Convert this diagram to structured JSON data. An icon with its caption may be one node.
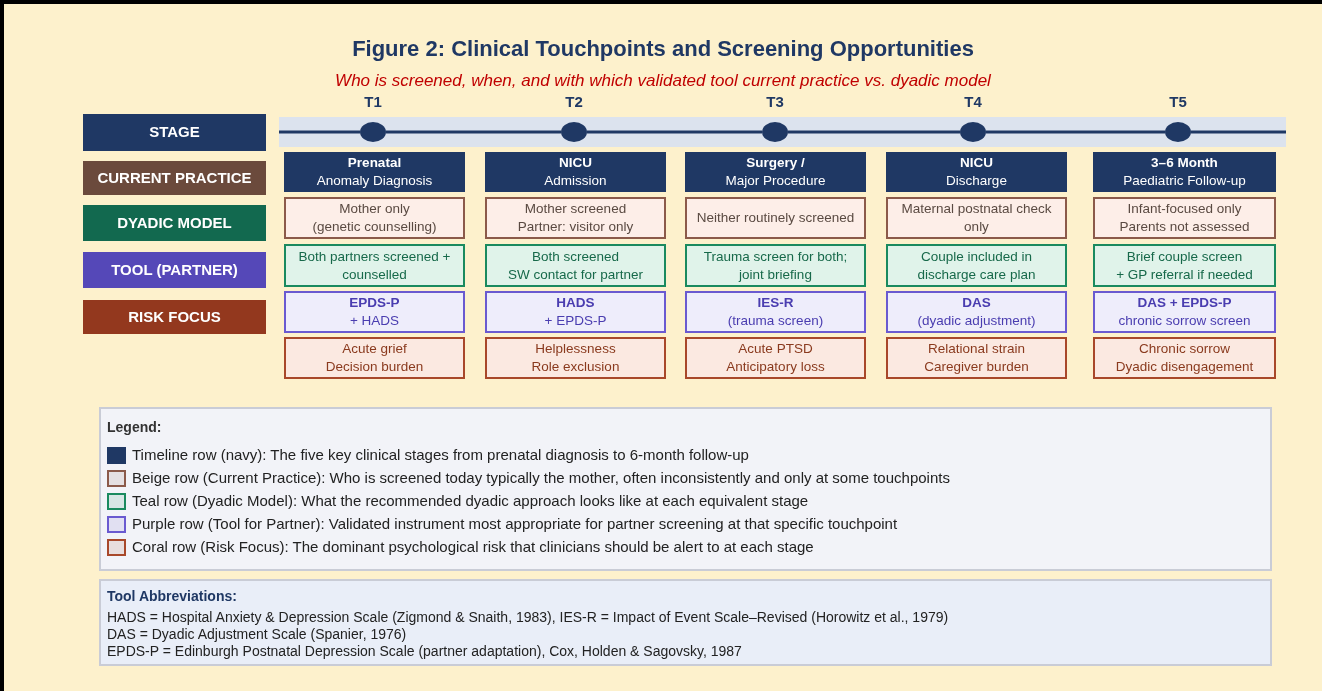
{
  "diagram": {
    "title": "Figure 2: Clinical Touchpoints and Screening Opportunities",
    "nodes": [
      {
        "text": [
          "STAGE"
        ]
      },
      {
        "text": [
          "T1"
        ]
      },
      {
        "text": [
          "T2"
        ]
      },
      {
        "text": [
          "T3"
        ]
      },
      {
        "text": [
          "T4"
        ]
      },
      {
        "text": [
          "T5"
        ]
      },
      {
        "text": [
          "CURRENT PRACTICE"
        ]
      },
      {
        "text": [
          "Prenatal",
          "Anomaly Diagnosis"
        ]
      },
      {
        "text": [
          "NICU",
          "Admission"
        ]
      },
      {
        "text": [
          "Surgery /",
          "Major Procedure"
        ]
      },
      {
        "text": [
          "NICU",
          "Discharge"
        ]
      },
      {
        "text": [
          "3–6 Month",
          "Paediatric Follow-up"
        ]
      },
      {
        "text": [
          "DYADIC MODEL"
        ]
      },
      {
        "text": [
          "Mother only",
          "(genetic counselling)"
        ]
      },
      {
        "text": [
          "Mother screened",
          "Partner: visitor only"
        ]
      },
      {
        "text": [
          "Neither routinely screened"
        ]
      },
      {
        "text": [
          "Maternal postnatal check only"
        ]
      },
      {
        "text": [
          "Infant-focused only",
          "Parents not assessed"
        ]
      },
      {
        "text": [
          "TOOL (PARTNER)"
        ]
      },
      {
        "text": [
          "Both partners screened + counselled"
        ]
      },
      {
        "text": [
          "Both screened",
          "SW contact for partner"
        ]
      },
      {
        "text": [
          "Trauma screen for both; joint briefing"
        ]
      },
      {
        "text": [
          "Couple included in discharge care plan"
        ]
      },
      {
        "text": [
          "Brief couple screen",
          "+ GP referral if needed"
        ]
      },
      {
        "text": [
          "RISK FOCUS"
        ]
      },
      {
        "text": [
          "EPDS-P",
          "+ HADS"
        ]
      },
      {
        "text": [
          "HADS",
          "+ EPDS-P"
        ]
      },
      {
        "text": [
          "IES-R",
          "(trauma screen)"
        ]
      },
      {
        "text": [
          "DAS",
          "(dyadic adjustment)"
        ]
      },
      {
        "text": [
          "DAS + EPDS-P",
          "chronic sorrow screen"
        ]
      },
      {
        "text": [
          "Acute grief",
          "Decision burden"
        ]
      },
      {
        "text": [
          "Helplessness",
          "Role exclusion"
        ]
      },
      {
        "text": [
          "Acute PTSD",
          "Anticipatory loss"
        ]
      },
      {
        "text": [
          "Relational strain",
          "Caregiver burden"
        ]
      },
      {
        "text": [
          "Chronic sorrow",
          "Dyadic disengagement"
        ]
      }
    ],
    "edges": [
      {
        "from": 1,
        "to": 2,
        "arrow": "none"
      },
      {
        "from": 2,
        "to": 3,
        "arrow": "none"
      },
      {
        "from": 3,
        "to": 4,
        "arrow": "none"
      },
      {
        "from": 4,
        "to": 5,
        "arrow": "none"
      }
    ],
    "labels": [
      "Who is screened, when, and with which validated tool current practice vs. dyadic model",
      "Legend:",
      "Tool Abbreviations:",
      "HADS = Hospital Anxiety & Depression Scale (Zigmond & Snaith, 1983), IES-R = Impact of Event Scale–Revised (Horowitz et al., 1979)",
      "DAS = Dyadic Adjustment Scale (Spanier, 1976)",
      "EPDS-P = Edinburgh Postnatal Depression Scale (partner adaptation), Cox, Holden & Sagovsky, 1987"
    ],
    "legend": [
      {
        "text": "Timeline row (navy): The five key clinical stages from prenatal diagnosis to 6-month follow-up",
        "color": "#1f3864"
      },
      {
        "text": "Beige row (Current Practice): Who is screened today typically the mother, often inconsistently and only at some touchpoints",
        "color": "#8b5a4a"
      },
      {
        "text": "Teal row (Dyadic Model): What the recommended dyadic approach looks like at each equivalent stage",
        "color": "#1a8a5f"
      },
      {
        "text": "Purple row (Tool for Partner): Validated instrument most appropriate for partner screening at that specific touchpoint",
        "color": "#6a5ad0"
      },
      {
        "text": "Coral row (Risk Focus): The dominant psychological risk that clinicians should be alert to at each stage",
        "color": "#a8482a"
      }
    ]
  }
}
